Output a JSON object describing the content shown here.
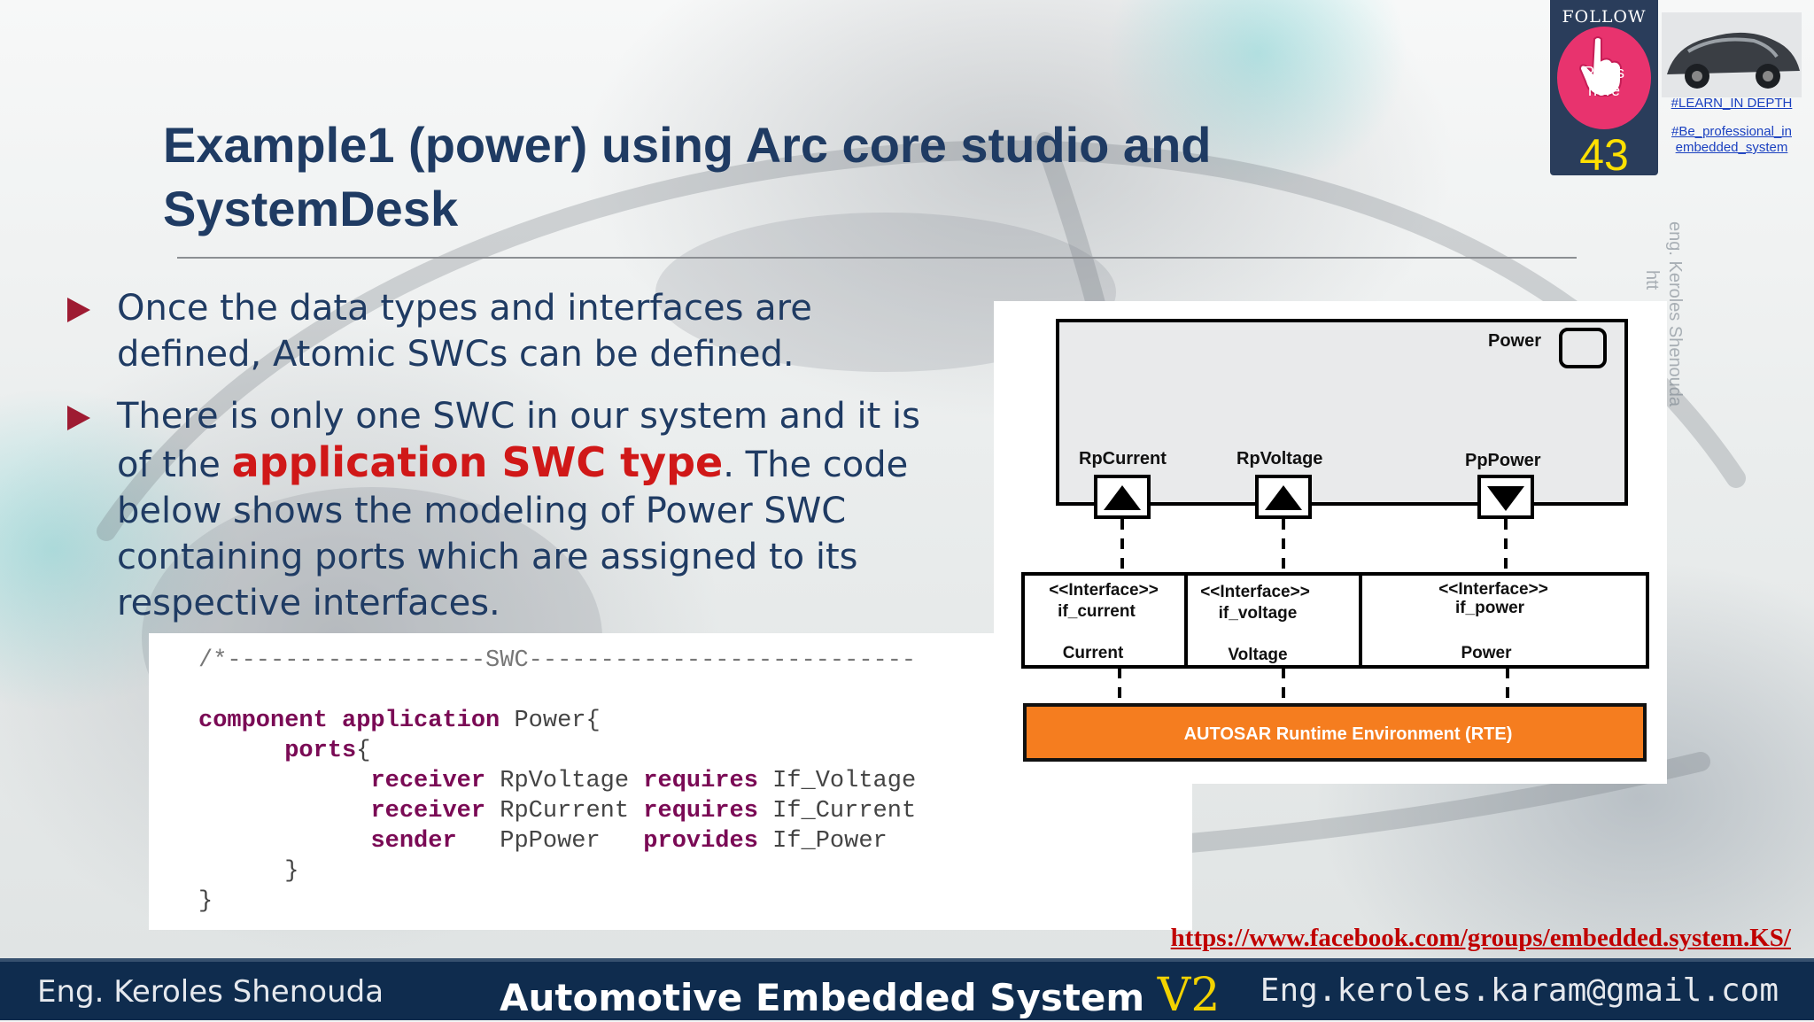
{
  "slide": {
    "title": "Example1 (power) using Arc core studio and SystemDesk",
    "bullets": [
      {
        "text": "Once the data types and interfaces are defined, Atomic SWCs can be defined."
      },
      {
        "before": "There is only one SWC in our system and it is of the ",
        "highlight": "application SWC type",
        "after": ". The code below shows the modeling of Power SWC containing ports which are assigned to its respective interfaces."
      }
    ]
  },
  "code": {
    "comment": "/*------------------SWC---------------------------",
    "line1": {
      "kw": "component application",
      "rest": " Power{"
    },
    "line2": {
      "kw": "ports",
      "rest": "{"
    },
    "ports": [
      {
        "kind": "receiver",
        "name": " RpVoltage ",
        "rel": "requires",
        "iface": " If_Voltage"
      },
      {
        "kind": "receiver",
        "name": " RpCurrent ",
        "rel": "requires",
        "iface": " If_Current"
      },
      {
        "kind": "sender",
        "name": "   PpPower   ",
        "rel": "provides",
        "iface": " If_Power"
      }
    ],
    "close_inner": "}",
    "close_outer": "}"
  },
  "diagram": {
    "component_name": "Power",
    "ports": [
      {
        "name": "RpCurrent",
        "direction": "receiver"
      },
      {
        "name": "RpVoltage",
        "direction": "receiver"
      },
      {
        "name": "PpPower",
        "direction": "sender"
      }
    ],
    "interfaces": [
      {
        "stereotype": "<<Interface>>",
        "name": "if_current",
        "element": "Current"
      },
      {
        "stereotype": "<<Interface>>",
        "name": "if_voltage",
        "element": "Voltage"
      },
      {
        "stereotype": "<<Interface>>",
        "name": "if_power",
        "element": "Power"
      }
    ],
    "rte_label": "AUTOSAR Runtime Environment (RTE)",
    "rte_color": "#f57d1f"
  },
  "badge": {
    "follow_label": "FOLLOW US",
    "press_label_1": "Press",
    "press_label_2": "here",
    "slide_number": "43",
    "tag1": "#LEARN_IN DEPTH",
    "tag2_line1": "#Be_professional_in",
    "tag2_line2": "embedded_system"
  },
  "side_credit": "eng. Keroles Shenouda",
  "side_credit_http": "htt",
  "fb_link": "https://www.facebook.com/groups/embedded.system.KS/",
  "footer": {
    "left": "Eng. Keroles Shenouda",
    "center": "Automotive Embedded System ",
    "version": "V2",
    "right": "Eng.keroles.karam@gmail.com"
  },
  "colors": {
    "title": "#1f3b63",
    "highlight": "#d01818",
    "bullet_arrow": "#9e1b32",
    "footer_bg": "#0f2c4e",
    "badge_pink": "#e8336e",
    "slide_number": "#ffe000"
  }
}
